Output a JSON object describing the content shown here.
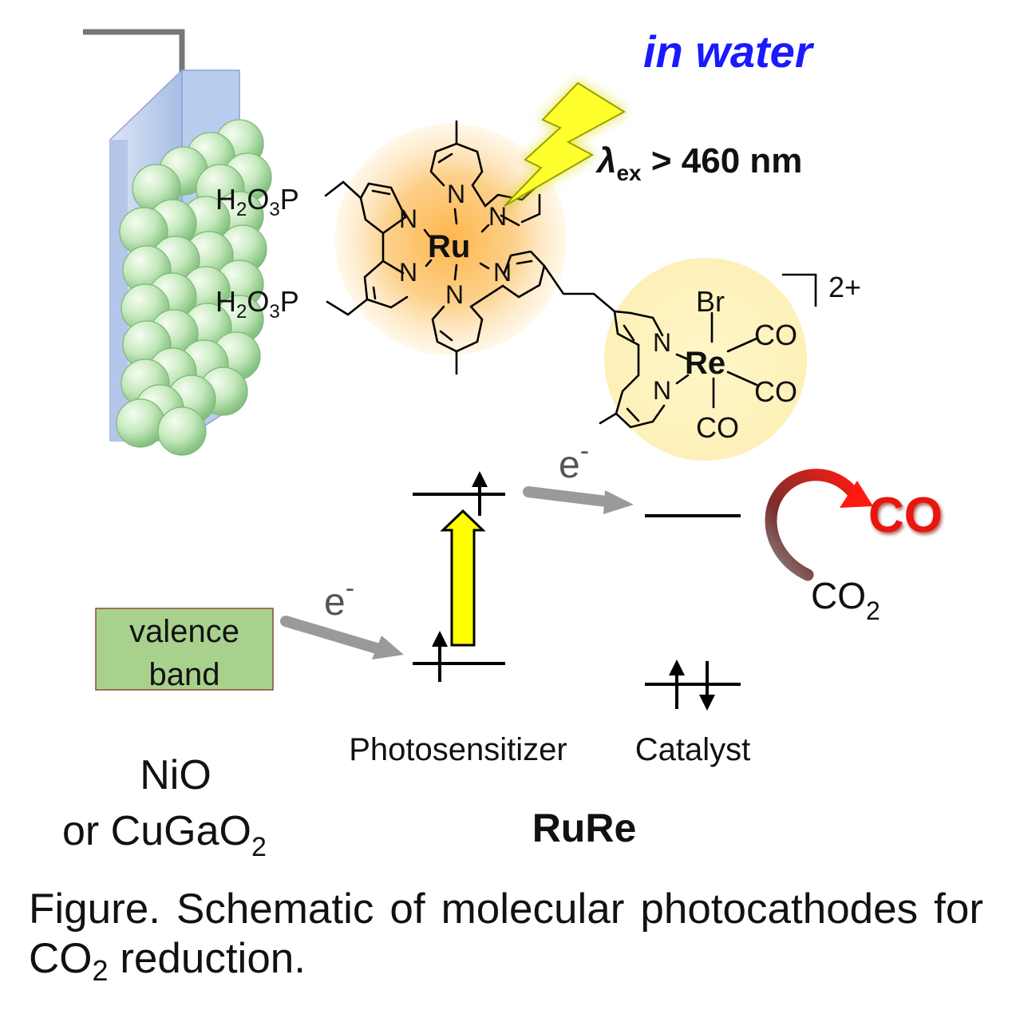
{
  "header": {
    "solvent_label": "in water"
  },
  "excitation": {
    "lambda_symbol": "λ",
    "lambda_sub": "ex",
    "condition": " > 460 nm"
  },
  "molecule": {
    "anchor_groups": [
      {
        "h": "H",
        "s1": "2",
        "o": "O",
        "s2": "3",
        "p": "P"
      },
      {
        "h": "H",
        "s1": "2",
        "o": "O",
        "s2": "3",
        "p": "P"
      }
    ],
    "ru_label": "Ru",
    "re_label": "Re",
    "re_ligands": {
      "br": "Br",
      "co_1": "CO",
      "co_2": "CO",
      "co_3": "CO"
    },
    "charge": "2+",
    "nitrogen_symbol": "N"
  },
  "energy_diagram": {
    "electron_1": {
      "e": "e",
      "sup": "-"
    },
    "electron_2": {
      "e": "e",
      "sup": "-"
    },
    "valence_band": {
      "line1": "valence",
      "line2": "band"
    },
    "product": "CO",
    "reactant": {
      "main": "CO",
      "sub": "2"
    },
    "photosensitizer_label": "Photosensitizer",
    "catalyst_label": "Catalyst",
    "rure_label": "RuRe"
  },
  "semiconductor": {
    "line1": "NiO",
    "line2_prefix": "or CuGaO",
    "line2_sub": "2"
  },
  "caption": {
    "part1": "Figure. Schematic of molecular photocathodes for CO",
    "sub": "2",
    "part2": " reduction."
  }
}
